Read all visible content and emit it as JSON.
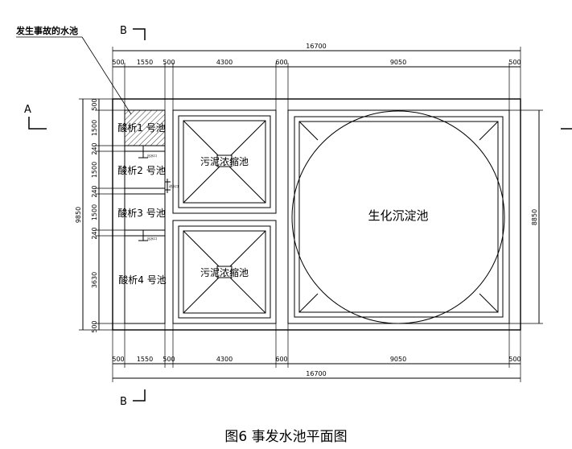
{
  "callout_label": "发生事故的水池",
  "section_marks": {
    "b_top": "B",
    "b_bottom": "B",
    "a_left": "A"
  },
  "dims_top": {
    "overall": "16700",
    "segments": [
      "500",
      "1550",
      "500",
      "4300",
      "600",
      "9050",
      "500"
    ]
  },
  "dims_bottom": {
    "overall": "16700",
    "segments": [
      "500",
      "1550",
      "500",
      "4300",
      "600",
      "9050",
      "500"
    ]
  },
  "dims_left": {
    "overall": "9850",
    "segments": [
      "500",
      "1500",
      "240",
      "1500",
      "240",
      "1500",
      "240",
      "3630",
      "500"
    ]
  },
  "dims_right": {
    "overall": "8850"
  },
  "tanks": {
    "acid1": "酸析1 号池",
    "acid2": "酸析2 号池",
    "acid3": "酸析3 号池",
    "acid4": "酸析4 号池",
    "sludge_top": "污泥浓缩池",
    "sludge_bottom": "污泥浓缩池",
    "bio": "生化沉淀池"
  },
  "small_notes": [
    "出水口",
    "进水口",
    "出水口"
  ],
  "caption": "图6 事发水池平面图"
}
